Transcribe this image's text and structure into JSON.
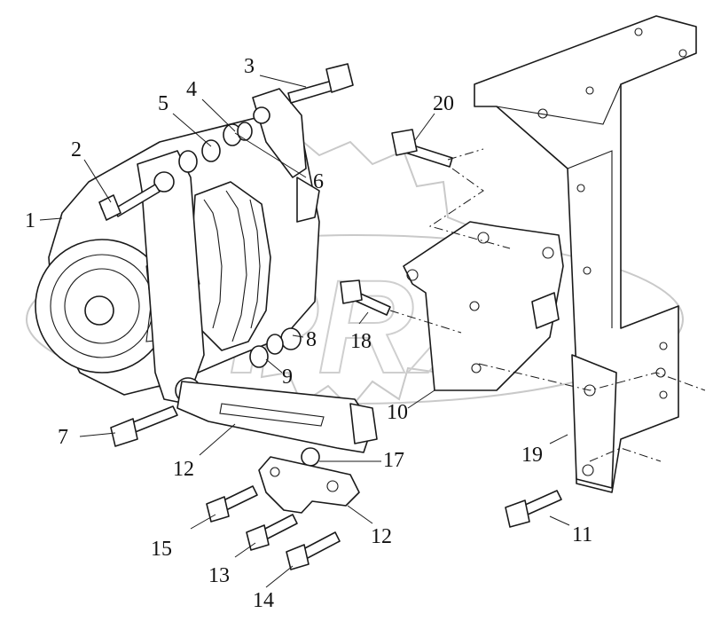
{
  "watermark": {
    "text": "DPRX"
  },
  "callouts": {
    "c1": "1",
    "c2": "2",
    "c3": "3",
    "c4": "4",
    "c5": "5",
    "c6": "6",
    "c7": "7",
    "c8": "8",
    "c9": "9",
    "c10": "10",
    "c11": "11",
    "c12a": "12",
    "c12b": "12",
    "c13": "13",
    "c14": "14",
    "c15": "15",
    "c17": "17",
    "c18": "18",
    "c19": "19",
    "c20": "20"
  }
}
